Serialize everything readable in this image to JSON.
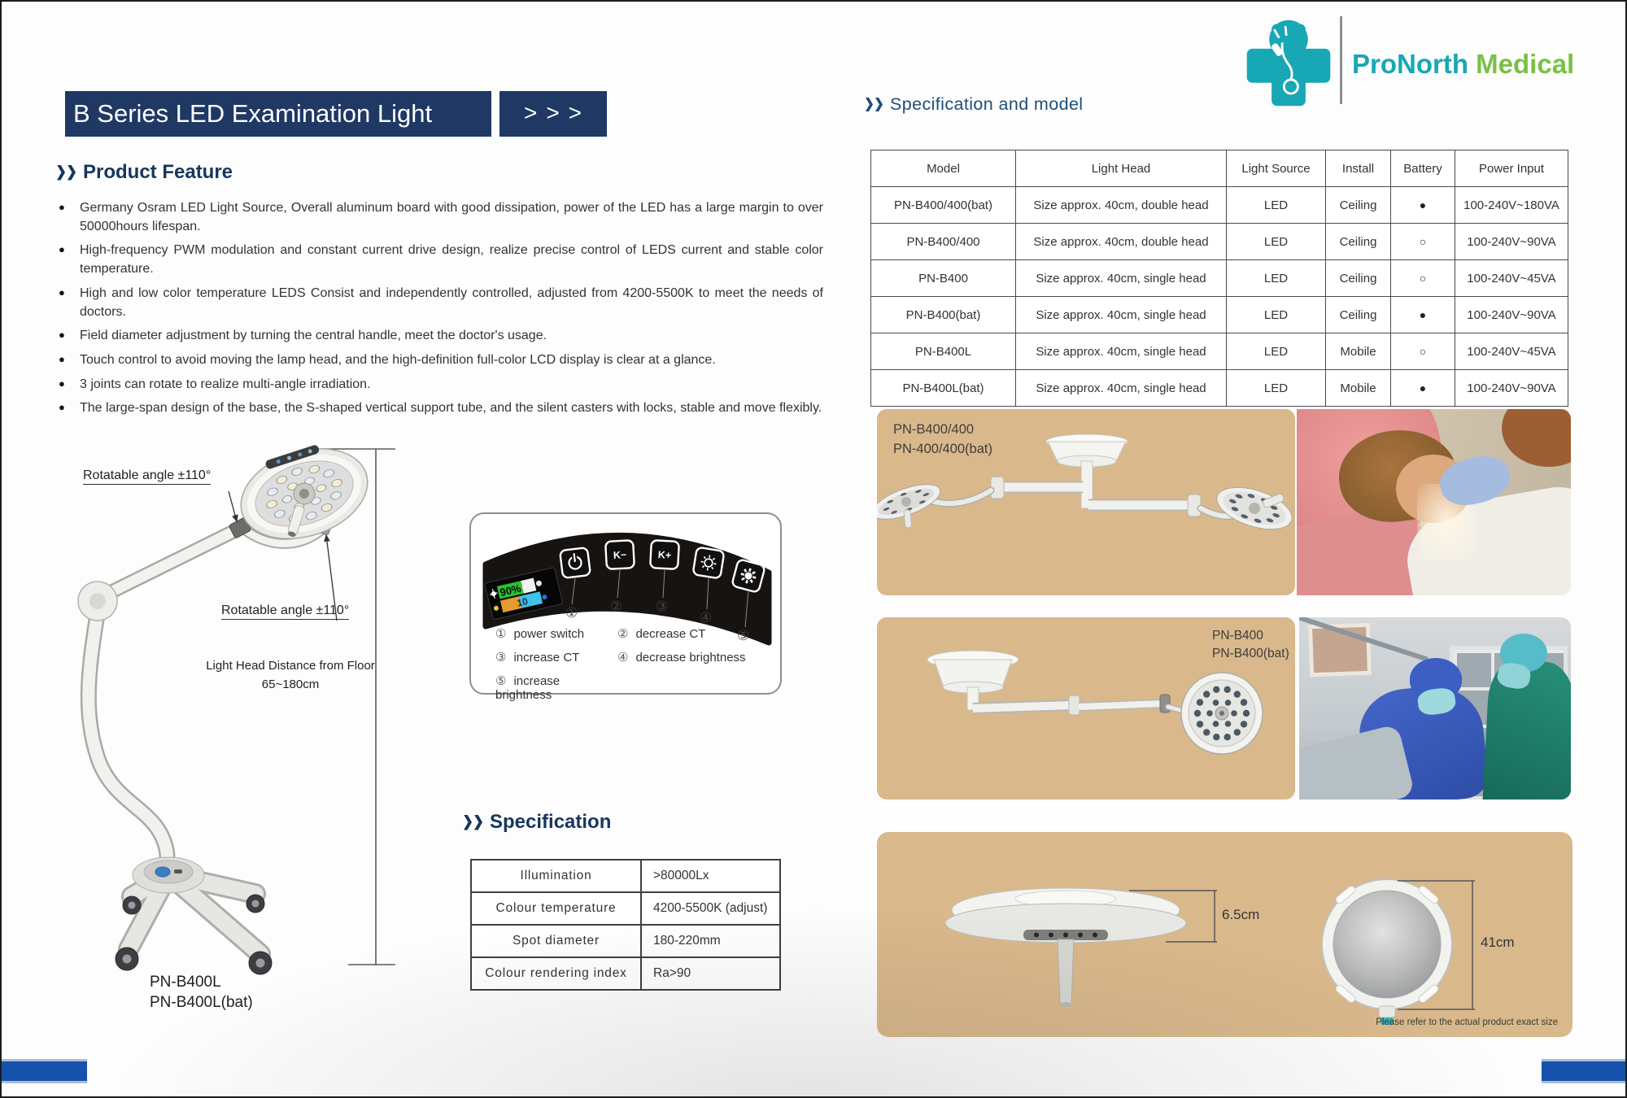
{
  "header": {
    "title": "B Series LED Examination Light",
    "title_arrows": ">>>",
    "logo": {
      "brand_primary": "ProNorth",
      "brand_secondary": "Medical"
    }
  },
  "product_feature": {
    "heading": "Product Feature",
    "bullets": [
      "Germany Osram LED Light Source, Overall aluminum board with good dissipation, power of the LED has a large margin to over 50000hours lifespan.",
      "High-frequency PWM modulation and constant current drive design, realize precise control of LEDS current and stable color temperature.",
      "High and low color temperature LEDS Consist and independently controlled, adjusted from 4200-5500K to meet the needs of doctors.",
      "Field diameter adjustment by turning the central handle, meet the doctor's usage.",
      "Touch control to avoid moving the lamp head, and the high-definition full-color LCD display is clear at a glance.",
      "3 joints can rotate to realize multi-angle irradiation.",
      "The large-span design of the base, the S-shaped vertical support tube, and the silent casters with locks, stable and move flexibly."
    ]
  },
  "diagram": {
    "rotatable_label_1": "Rotatable angle ±110°",
    "rotatable_label_2": "Rotatable angle ±110°",
    "distance_label_line1": "Light Head Distance from Floor",
    "distance_label_line2": "65~180cm",
    "model_label_line1": "PN-B400L",
    "model_label_line2": "PN-B400L(bat)"
  },
  "control_panel": {
    "display": {
      "brightness_percent": "90%",
      "ct_value": "10"
    },
    "button_labels": {
      "k_minus": "K−",
      "k_plus": "K+"
    },
    "callouts": [
      "①",
      "②",
      "③",
      "④",
      "⑤"
    ],
    "legend": [
      {
        "num": "①",
        "label": "power switch"
      },
      {
        "num": "②",
        "label": "decrease CT"
      },
      {
        "num": "③",
        "label": "increase CT"
      },
      {
        "num": "④",
        "label": "decrease brightness"
      },
      {
        "num": "⑤",
        "label": "increase brightness"
      }
    ]
  },
  "specification": {
    "heading": "Specification",
    "rows": [
      {
        "label": "Illumination",
        "value": ">80000Lx"
      },
      {
        "label": "Colour temperature",
        "value": "4200-5500K (adjust)"
      },
      {
        "label": "Spot diameter",
        "value": "180-220mm"
      },
      {
        "label": "Colour rendering index",
        "value": "Ra>90"
      }
    ]
  },
  "spec_model": {
    "heading": "Specification and model",
    "columns": [
      "Model",
      "Light Head",
      "Light Source",
      "Install",
      "Battery",
      "Power Input"
    ],
    "battery_glyphs": {
      "filled": "●",
      "hollow": "○"
    },
    "rows": [
      {
        "model": "PN-B400/400(bat)",
        "light_head": "Size approx. 40cm, double head",
        "light_source": "LED",
        "install": "Ceiling",
        "battery": "filled",
        "power_input": "100-240V~180VA"
      },
      {
        "model": "PN-B400/400",
        "light_head": "Size approx. 40cm, double head",
        "light_source": "LED",
        "install": "Ceiling",
        "battery": "hollow",
        "power_input": "100-240V~90VA"
      },
      {
        "model": "PN-B400",
        "light_head": "Size approx. 40cm, single head",
        "light_source": "LED",
        "install": "Ceiling",
        "battery": "hollow",
        "power_input": "100-240V~45VA"
      },
      {
        "model": "PN-B400(bat)",
        "light_head": "Size approx. 40cm, single head",
        "light_source": "LED",
        "install": "Ceiling",
        "battery": "filled",
        "power_input": "100-240V~90VA"
      },
      {
        "model": "PN-B400L",
        "light_head": "Size approx. 40cm, single head",
        "light_source": "LED",
        "install": "Mobile",
        "battery": "hollow",
        "power_input": "100-240V~45VA"
      },
      {
        "model": "PN-B400L(bat)",
        "light_head": "Size approx. 40cm, single head",
        "light_source": "LED",
        "install": "Mobile",
        "battery": "filled",
        "power_input": "100-240V~90VA"
      }
    ]
  },
  "product_panels": {
    "panel1": {
      "label_line1": "PN-B400/400",
      "label_line2": "PN-400/400(bat)"
    },
    "panel2": {
      "label_line1": "PN-B400",
      "label_line2": "PN-B400(bat)"
    },
    "panel3": {
      "height_label": "6.5cm",
      "diameter_label": "41cm",
      "note": "Please refer to the actual product exact size"
    }
  },
  "colors": {
    "navy": "#1f3864",
    "heading_navy": "#17365d",
    "model_heading_blue": "#1d4e79",
    "logo_teal": "#18a7b5",
    "logo_green": "#79c143",
    "panel_tan": "#d9b88c",
    "footer_blue": "#1652ac"
  }
}
